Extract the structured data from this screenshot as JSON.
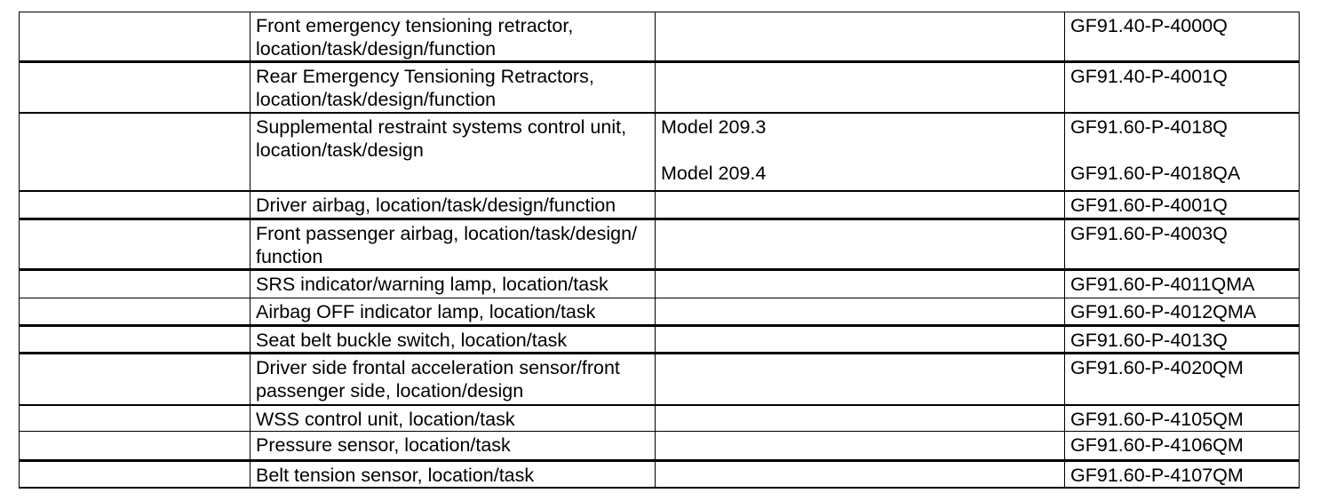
{
  "page": {
    "background_color": "#ffffff"
  },
  "table": {
    "border_color": "#000000",
    "text_color": "#000000",
    "rows": [
      {
        "spacer": "",
        "description": "Front emergency tensioning retractor,\nlocation/task/design/function",
        "model": "",
        "code": "GF91.40-P-4000Q"
      },
      {
        "spacer": "",
        "description": "Rear Emergency Tensioning Retractors,\nlocation/task/design/function",
        "model": "",
        "code": "GF91.40-P-4001Q"
      },
      {
        "spacer": "",
        "description": "Supplemental restraint systems control unit,\nlocation/task/design",
        "model": "Model 209.3\n\nModel 209.4",
        "code": "GF91.60-P-4018Q\n\nGF91.60-P-4018QA"
      },
      {
        "spacer": "",
        "description": "Driver airbag, location/task/design/function",
        "model": "",
        "code": "GF91.60-P-4001Q"
      },
      {
        "spacer": "",
        "description": "Front passenger airbag, location/task/design/\nfunction",
        "model": "",
        "code": "GF91.60-P-4003Q"
      },
      {
        "spacer": "",
        "description": "SRS indicator/warning lamp, location/task",
        "model": "",
        "code": "GF91.60-P-4011QMA"
      },
      {
        "spacer": "",
        "description": "Airbag OFF indicator lamp, location/task",
        "model": "",
        "code": "GF91.60-P-4012QMA"
      },
      {
        "spacer": "",
        "description": "Seat belt buckle switch, location/task",
        "model": "",
        "code": "GF91.60-P-4013Q"
      },
      {
        "spacer": "",
        "description": "Driver side frontal acceleration sensor/front\npassenger side, location/design",
        "model": "",
        "code": "GF91.60-P-4020QM"
      },
      {
        "spacer": "",
        "description": "WSS control unit, location/task",
        "model": "",
        "code": "GF91.60-P-4105QM"
      },
      {
        "spacer": "",
        "description": "Pressure sensor, location/task",
        "model": "",
        "code": "GF91.60-P-4106QM"
      },
      {
        "spacer": "",
        "description": "Belt tension sensor, location/task",
        "model": "",
        "code": "GF91.60-P-4107QM"
      }
    ]
  }
}
